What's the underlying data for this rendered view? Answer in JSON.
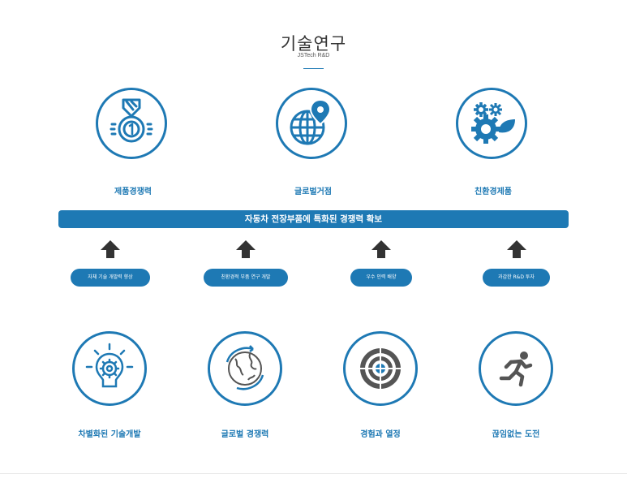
{
  "header": {
    "title": "기술연구",
    "subtitle": "JSTech R&D"
  },
  "top_features": [
    {
      "label": "제품경쟁력",
      "icon": "medal-icon"
    },
    {
      "label": "글로벌거점",
      "icon": "globe-pin-icon"
    },
    {
      "label": "친환경제품",
      "icon": "gears-leaf-icon"
    }
  ],
  "banner": {
    "text": "자동차 전장부품에 특화된 경쟁력 확보"
  },
  "pills": [
    {
      "label": "자체 기술 개발력 향상"
    },
    {
      "label": "친환경적 부품 연구 개발"
    },
    {
      "label": "우수 인력 배양"
    },
    {
      "label": "과감한 R&D 투자"
    }
  ],
  "bottom_features": [
    {
      "label": "차별화된 기술개발",
      "icon": "lightbulb-gear-icon"
    },
    {
      "label": "글로벌 경쟁력",
      "icon": "earth-icon"
    },
    {
      "label": "경험과 열정",
      "icon": "target-icon"
    },
    {
      "label": "끊임없는 도전",
      "icon": "runner-icon"
    }
  ],
  "colors": {
    "accent": "#1e79b4",
    "arrow": "#333333"
  }
}
